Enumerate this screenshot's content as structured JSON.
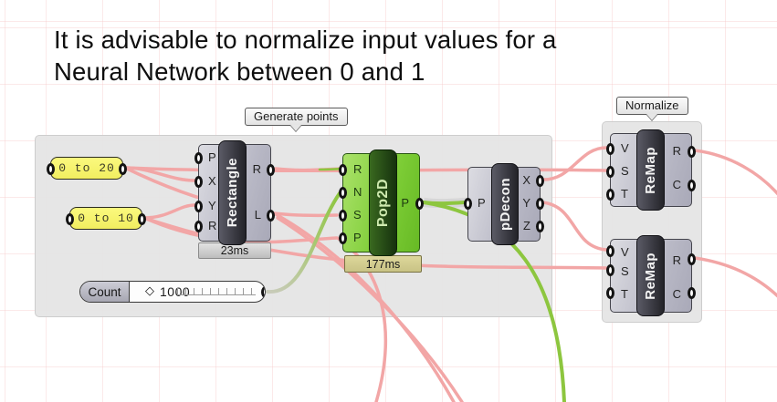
{
  "title": {
    "line1": "It is advisable to normalize input values for a",
    "line2": "Neural Network between 0 and 1"
  },
  "groups": {
    "generate": {
      "label": "Generate points"
    },
    "normalize": {
      "label": "Normalize"
    }
  },
  "panels": {
    "domain_x": {
      "text": "0 to 20"
    },
    "domain_y": {
      "text": "0 to 10"
    }
  },
  "slider": {
    "label": "Count",
    "diamond": "◇",
    "value": "1000"
  },
  "components": {
    "rectangle": {
      "name": "Rectangle",
      "runtime": "23ms",
      "inputs": [
        "P",
        "X",
        "Y",
        "R"
      ],
      "outputs": [
        "R",
        "L"
      ]
    },
    "pop2d": {
      "name": "Pop2D",
      "runtime": "177ms",
      "inputs": [
        "R",
        "N",
        "S",
        "P"
      ],
      "outputs": [
        "P"
      ]
    },
    "pdecon": {
      "name": "pDecon",
      "inputs": [
        "P"
      ],
      "outputs": [
        "X",
        "Y",
        "Z"
      ]
    },
    "remap_top": {
      "name": "ReMap",
      "inputs": [
        "V",
        "S",
        "T"
      ],
      "outputs": [
        "R",
        "C"
      ]
    },
    "remap_bottom": {
      "name": "ReMap",
      "inputs": [
        "V",
        "S",
        "T"
      ],
      "outputs": [
        "R",
        "C"
      ]
    }
  },
  "colors": {
    "wire_pink": "#f2a6a6",
    "wire_green": "#8dc63f",
    "wire_gray_ribbon": "#c4c4c4",
    "selected_component_green": "#7ccc35",
    "panel_yellow": "#f9f674"
  }
}
